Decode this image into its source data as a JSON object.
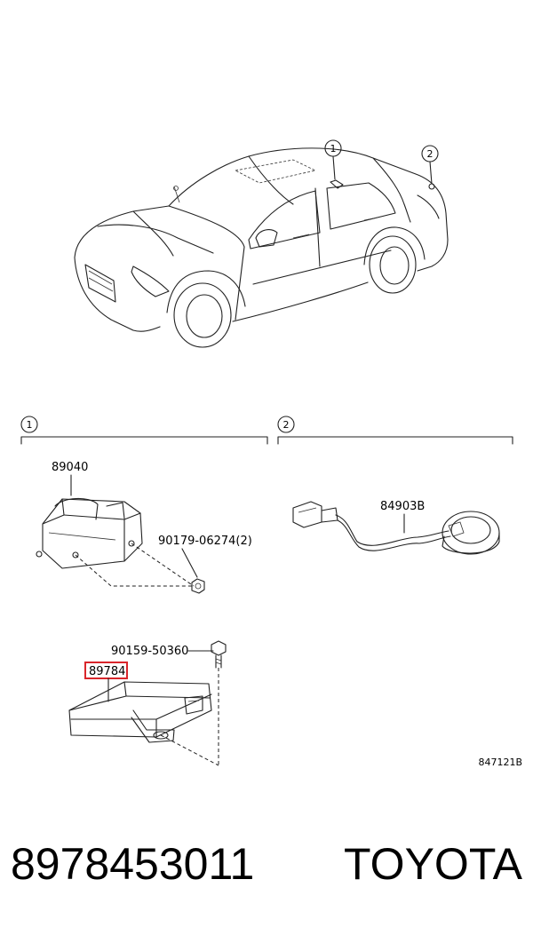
{
  "callouts": {
    "one": "1",
    "two": "2"
  },
  "parts": {
    "sensor_89040": "89040",
    "bolt_90179": "90179-06274(2)",
    "harness_84903b": "84903B",
    "screw_90159": "90159-50360",
    "ecu_89784": "89784"
  },
  "highlight_color": "#d9262b",
  "diagram_ref": "847121B",
  "footer": {
    "part_number": "8978453011",
    "brand": "TOYOTA"
  }
}
